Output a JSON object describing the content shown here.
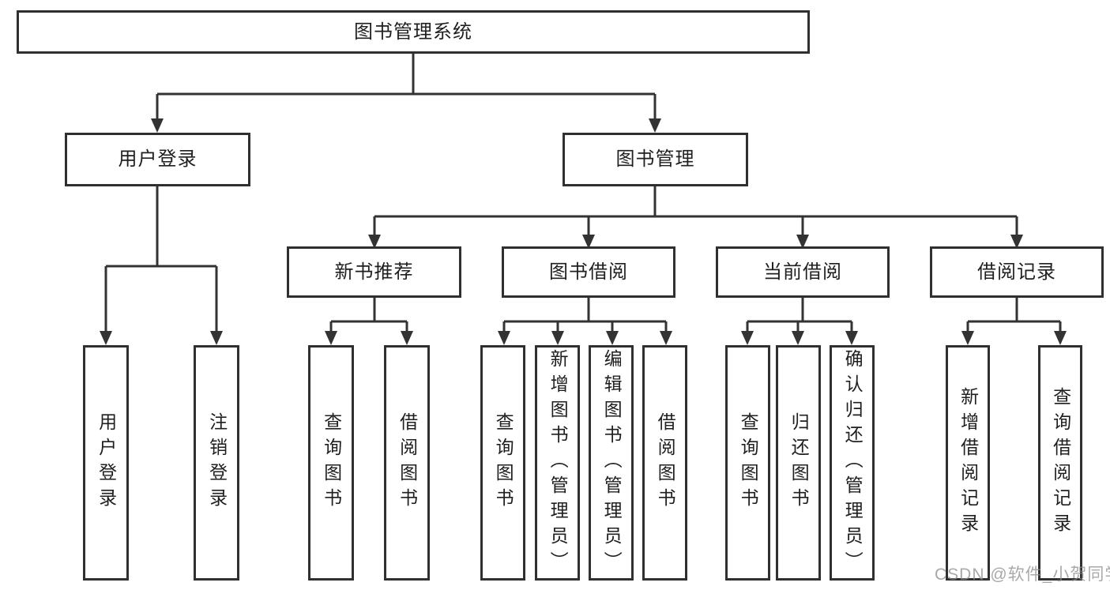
{
  "diagram_type": "hierarchy-tree",
  "tree": {
    "root": {
      "label": "图书管理系统",
      "children": [
        {
          "label": "用户登录",
          "children": [
            {
              "label": "用户登录"
            },
            {
              "label": "注销登录"
            }
          ]
        },
        {
          "label": "图书管理",
          "children": [
            {
              "label": "新书推荐",
              "children": [
                {
                  "label": "查询图书"
                },
                {
                  "label": "借阅图书"
                }
              ]
            },
            {
              "label": "图书借阅",
              "children": [
                {
                  "label": "查询图书"
                },
                {
                  "label": "新增图书（管理员）"
                },
                {
                  "label": "编辑图书（管理员）"
                },
                {
                  "label": "借阅图书"
                }
              ]
            },
            {
              "label": "当前借阅",
              "children": [
                {
                  "label": "查询图书"
                },
                {
                  "label": "归还图书"
                },
                {
                  "label": "确认归还（管理员）"
                }
              ]
            },
            {
              "label": "借阅记录",
              "children": [
                {
                  "label": "新增借阅记录"
                },
                {
                  "label": "查询借阅记录"
                }
              ]
            }
          ]
        }
      ]
    }
  },
  "watermark": {
    "text": "CSDN @软件_小贺同学"
  },
  "colors": {
    "line": "#333333",
    "box_border": "#303030",
    "text": "#1f1f1f",
    "background": "#ffffff",
    "watermark": "#8c8c8c"
  }
}
